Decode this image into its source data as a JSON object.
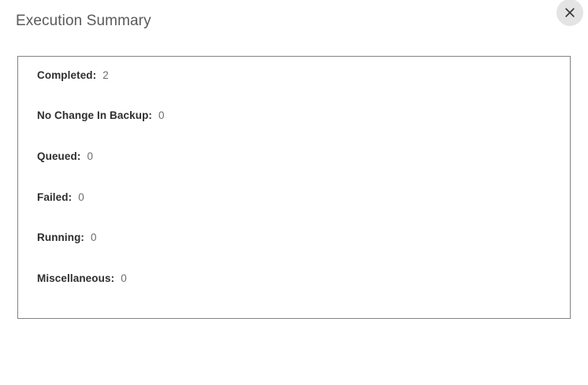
{
  "dialog": {
    "title": "Execution Summary",
    "close_label": "Close",
    "close_icon": "close-icon"
  },
  "summary": {
    "rows": [
      {
        "label": "Completed:",
        "value": "2"
      },
      {
        "label": "No Change In Backup:",
        "value": "0"
      },
      {
        "label": "Queued:",
        "value": "0"
      },
      {
        "label": "Failed:",
        "value": "0"
      },
      {
        "label": "Running:",
        "value": "0"
      },
      {
        "label": "Miscellaneous:",
        "value": "0"
      }
    ]
  },
  "colors": {
    "background": "#ffffff",
    "title_text": "#5a5a5c",
    "label_text": "#2e2e30",
    "value_text": "#6d6d70",
    "panel_border": "#828282",
    "close_button_bg": "#e4e4e4",
    "close_icon_stroke": "#333333"
  }
}
